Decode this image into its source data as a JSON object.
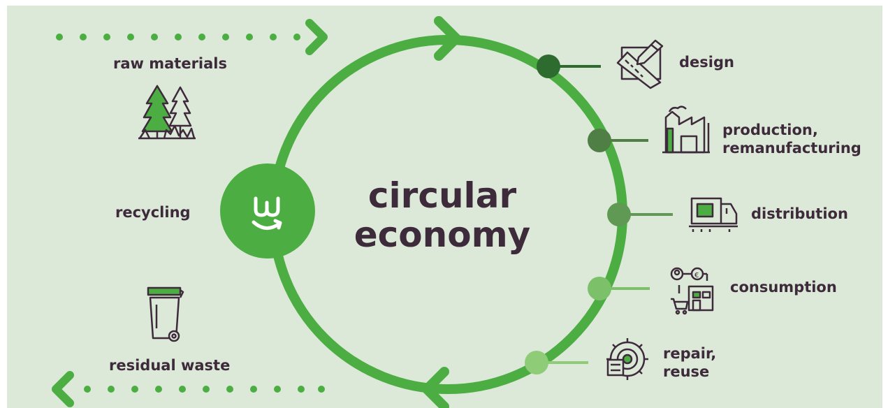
{
  "title": {
    "line1": "circular",
    "line2": "economy"
  },
  "left": {
    "raw_materials": "raw materials",
    "recycling": "recycling",
    "residual_waste": "residual waste"
  },
  "stages": [
    {
      "label": "design",
      "icon": "drafting-icon",
      "color": "#2e6b2e"
    },
    {
      "label_line1": "production,",
      "label_line2": "remanufacturing",
      "icon": "factory-icon",
      "color": "#4f7f45"
    },
    {
      "label": "distribution",
      "icon": "delivery-truck-icon",
      "color": "#5f9954"
    },
    {
      "label": "consumption",
      "icon": "shopping-icon",
      "color": "#7dc06a"
    },
    {
      "label_line1": "repair,",
      "label_line2": "reuse",
      "icon": "gear-repair-icon",
      "color": "#8fcc78"
    }
  ],
  "logo": {
    "text": "w",
    "icon": "logo-smile-icon"
  },
  "colors": {
    "background": "#dde9d8",
    "ring": "#4cae42",
    "text": "#3d2a3a"
  }
}
